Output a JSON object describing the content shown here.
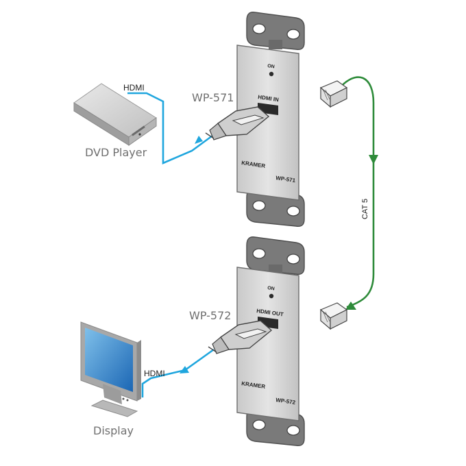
{
  "devices": {
    "source_label": "DVD Player",
    "display_label": "Display",
    "top_unit_label": "WP-571",
    "bottom_unit_label": "WP-572"
  },
  "cables": {
    "hdmi_top": "HDMI",
    "hdmi_bottom": "HDMI",
    "twisted_pair": "CAT 5"
  },
  "top_plate": {
    "led": "ON",
    "port": "HDMI IN",
    "brand": "KRAMER",
    "model": "WP-571"
  },
  "bottom_plate": {
    "led": "ON",
    "port": "HDMI OUT",
    "brand": "KRAMER",
    "model": "WP-572"
  },
  "colors": {
    "hdmi_cable": "#1fa6de",
    "cat5_cable": "#2e8b3a",
    "plate": "#d8d8d8",
    "bracket": "#7a7a7a"
  }
}
